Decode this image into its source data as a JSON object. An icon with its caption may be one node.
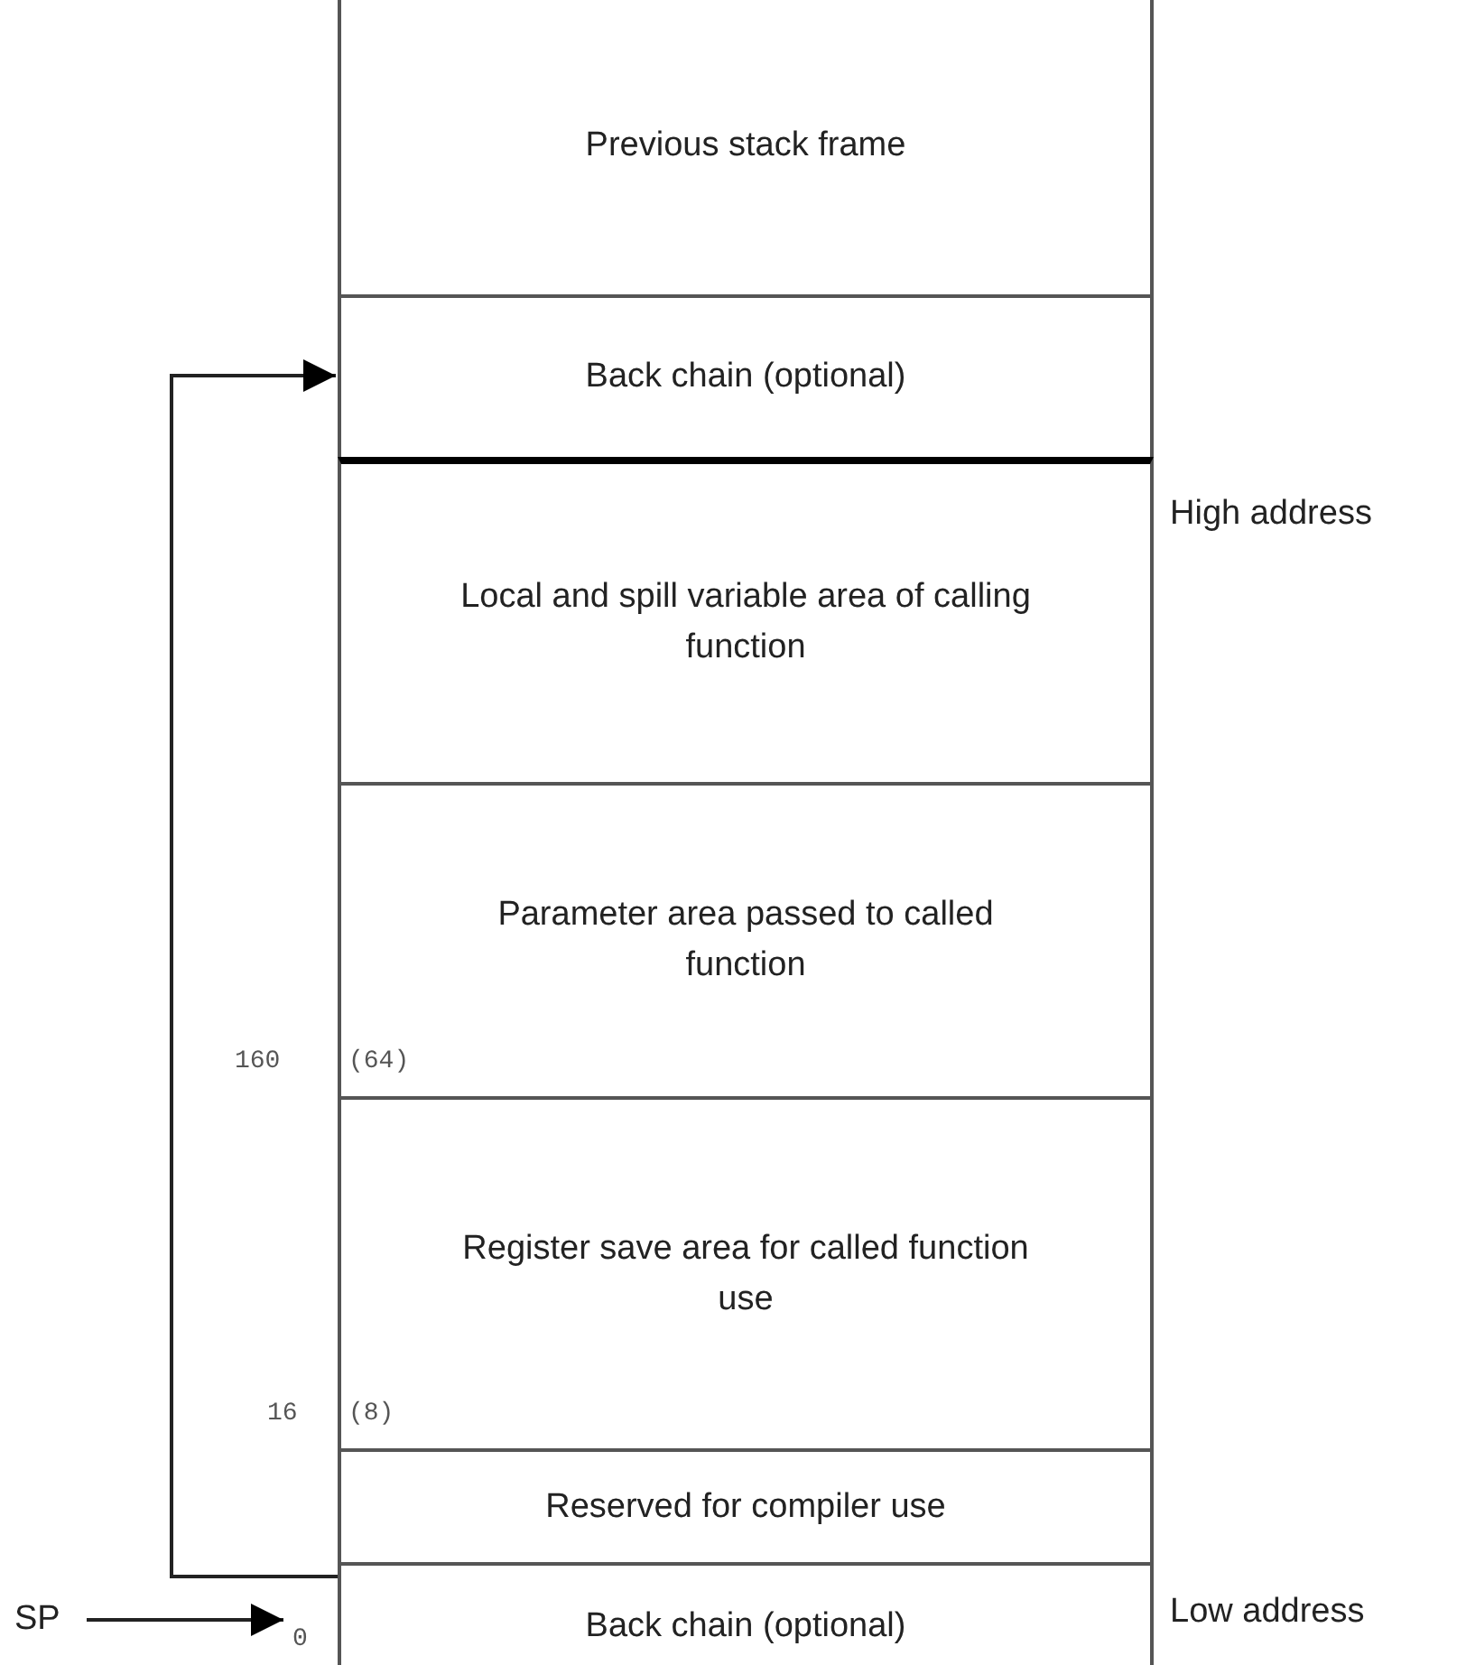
{
  "diagram": {
    "nodes": [
      {
        "text": [
          "Previous stack frame"
        ]
      },
      {
        "text": [
          "Back chain (optional)"
        ]
      },
      {
        "text": [
          "Local and spill variable area of calling function"
        ]
      },
      {
        "text": [
          "Parameter area passed to called function"
        ]
      },
      {
        "text": [
          "Register save area for called function use"
        ]
      },
      {
        "text": [
          "Reserved for compiler use"
        ]
      },
      {
        "text": [
          "Back chain (optional)"
        ]
      },
      {
        "text": [
          "SP"
        ]
      }
    ],
    "edges": [
      {
        "from": 6,
        "to": 1,
        "arrow": "to"
      },
      {
        "from": 7,
        "to": 6,
        "arrow": "to"
      }
    ],
    "labels": [
      "High address",
      "160",
      "(64)",
      "16",
      "(8)",
      "0",
      "Low address"
    ]
  }
}
